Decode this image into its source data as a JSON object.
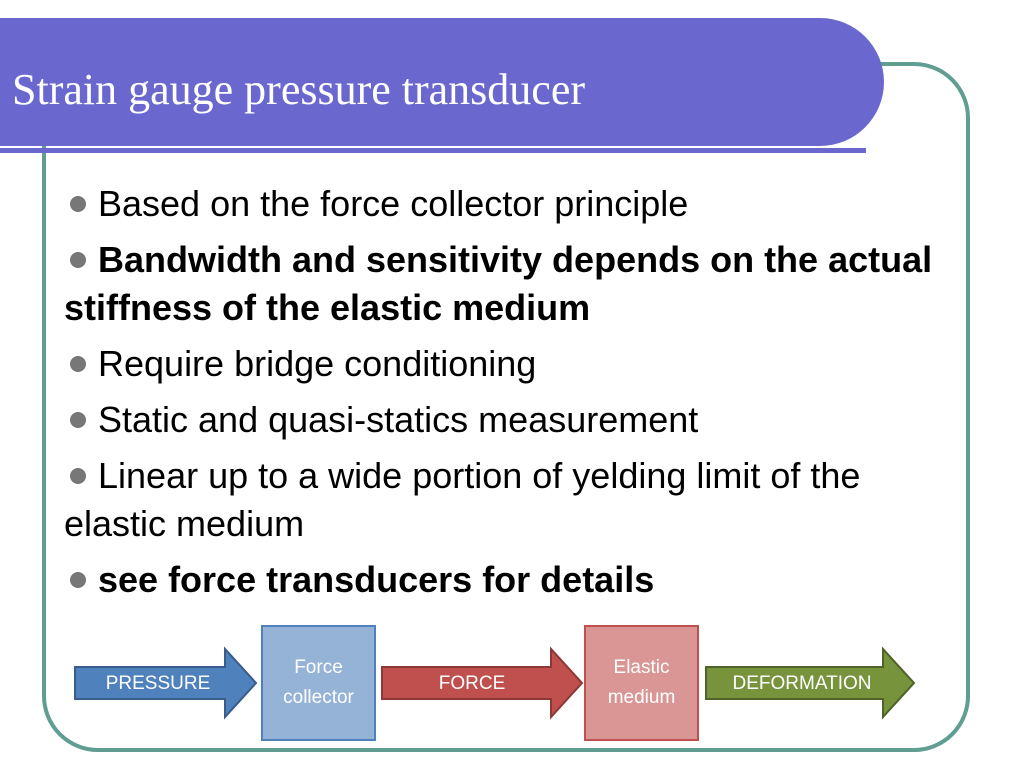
{
  "slide": {
    "title": "Strain gauge pressure transducer",
    "bullets": [
      {
        "text": "Based on the force collector principle",
        "bold": false
      },
      {
        "text": "Bandwidth and sensitivity depends on the actual stiffness of the elastic medium",
        "bold": true
      },
      {
        "text": "Require bridge conditioning",
        "bold": false
      },
      {
        "text": "Static and quasi-statics measurement",
        "bold": false
      },
      {
        "text": "Linear up to a wide portion of yelding limit of the elastic medium",
        "bold": false
      },
      {
        "text": "see force transducers for details",
        "bold": true
      }
    ]
  },
  "diagram": {
    "pressure_label": "PRESSURE",
    "collector_line1": "Force",
    "collector_line2": "collector",
    "force_label": "FORCE",
    "medium_line1": "Elastic",
    "medium_line2": "medium",
    "deformation_label": "DEFORMATION"
  },
  "colors": {
    "title_bar": "#6a68cf",
    "frame": "#5f9e91",
    "pressure_arrow": "#4f81bd",
    "collector_box": "#95b3d7",
    "force_arrow": "#c0504d",
    "medium_box": "#d99694",
    "deformation_arrow": "#77933c"
  }
}
